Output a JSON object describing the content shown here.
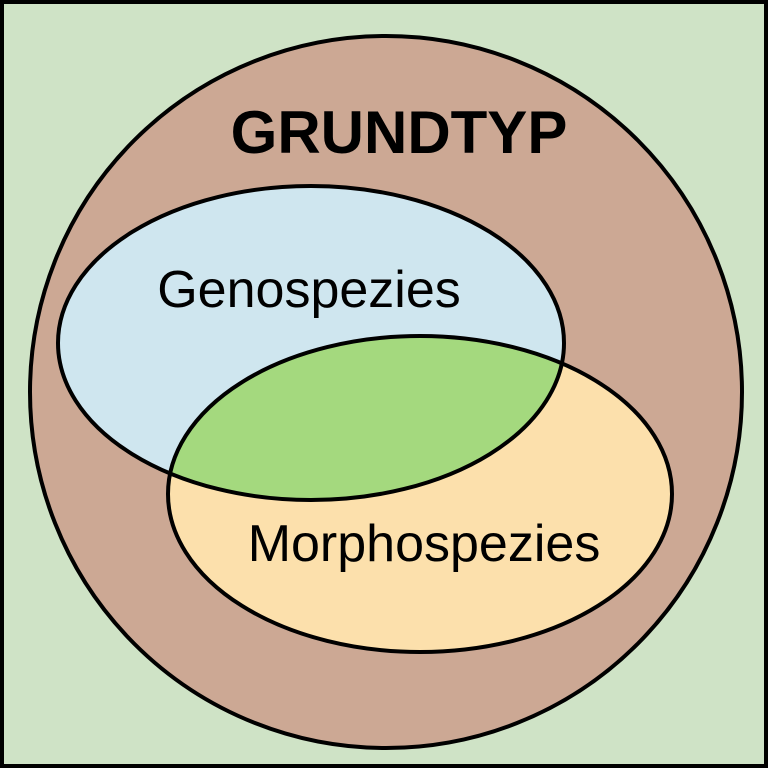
{
  "diagram": {
    "title": "GRUNDTYP",
    "sets": {
      "geno": {
        "label": "Genospezies"
      },
      "morpho": {
        "label": "Morphospezies"
      }
    }
  },
  "colors": {
    "background": "#cfe3c6",
    "outer_circle": "#cca894",
    "geno": "#cfe6ef",
    "morpho": "#fce0ac",
    "overlap": "#a4d97e",
    "stroke": "#000000"
  }
}
